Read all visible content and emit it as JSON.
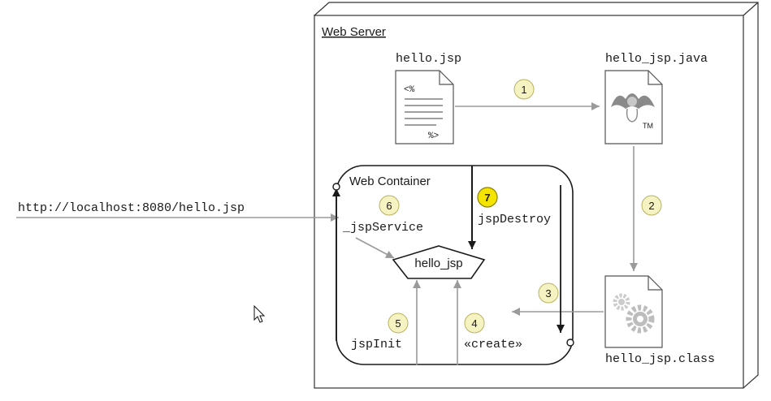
{
  "url": "http://localhost:8080/hello.jsp",
  "web_server": {
    "label": "Web Server"
  },
  "web_container": {
    "label": "Web Container"
  },
  "files": {
    "jsp": {
      "name": "hello.jsp",
      "line1": "<%",
      "line2": "%>"
    },
    "java": {
      "name": "hello_jsp.java",
      "tm": "TM"
    },
    "class": {
      "name": "hello_jsp.class"
    }
  },
  "pentagon": {
    "label": "hello_jsp"
  },
  "methods": {
    "jsp_service": "_jspService",
    "jsp_destroy": "jspDestroy",
    "jsp_init": "jspInit",
    "create": "«create»"
  },
  "steps": [
    "1",
    "2",
    "3",
    "4",
    "5",
    "6",
    "7"
  ],
  "colors": {
    "step_fill": "#f6f3c2",
    "step_stroke": "#b8b260",
    "step_highlight_fill": "#f4e400",
    "step_highlight_stroke": "#8a8200",
    "arrow_gray": "#9a9a9a",
    "line_dark": "#1a1a1a",
    "java_logo": "#8a8a8a",
    "gear": "#bdbdbd"
  },
  "icons": {
    "cursor": "mouse-pointer-icon"
  }
}
